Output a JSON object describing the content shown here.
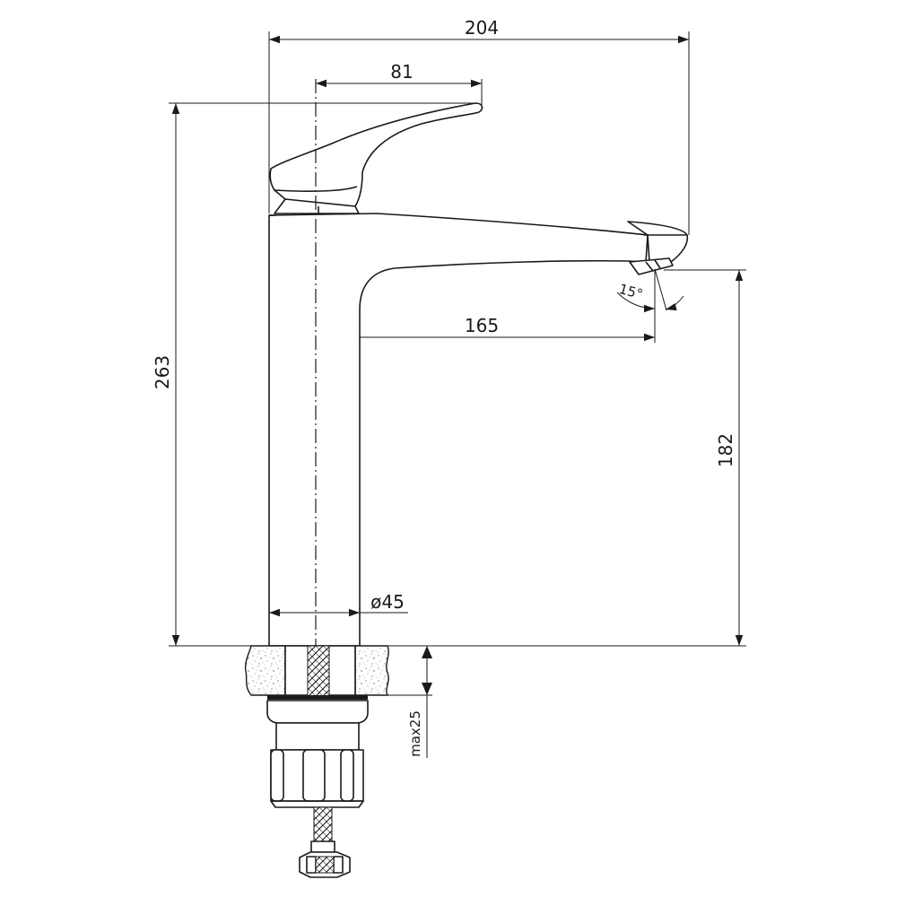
{
  "dimensions": {
    "total_width": "204",
    "handle_width": "81",
    "spout_reach": "165",
    "total_height": "263",
    "spout_height": "182",
    "body_diameter": "ø45",
    "spout_angle": "15°",
    "max_countertop": "max25"
  }
}
